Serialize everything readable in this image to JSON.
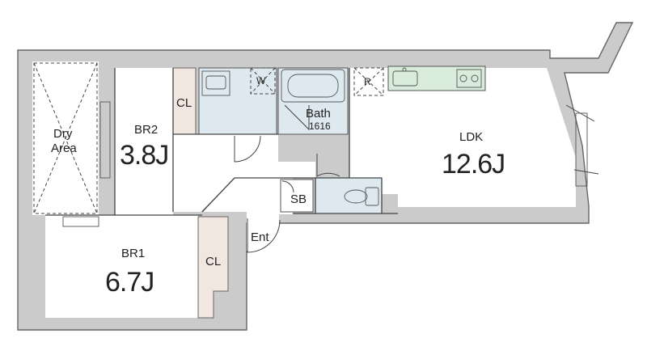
{
  "rooms": {
    "dry_area": {
      "label_line1": "Dry",
      "label_line2": "Area"
    },
    "br2": {
      "label": "BR2",
      "size": "3.8J"
    },
    "br1": {
      "label": "BR1",
      "size": "6.7J"
    },
    "ldk": {
      "label": "LDK",
      "size": "12.6J"
    },
    "bath": {
      "label": "Bath",
      "size": "1616"
    },
    "closet_br2": {
      "label": "CL"
    },
    "closet_br1": {
      "label": "CL"
    },
    "shoe_box": {
      "label": "SB"
    },
    "entrance": {
      "label": "Ent"
    },
    "washer": {
      "label": "W"
    },
    "fridge": {
      "label": "R"
    }
  }
}
